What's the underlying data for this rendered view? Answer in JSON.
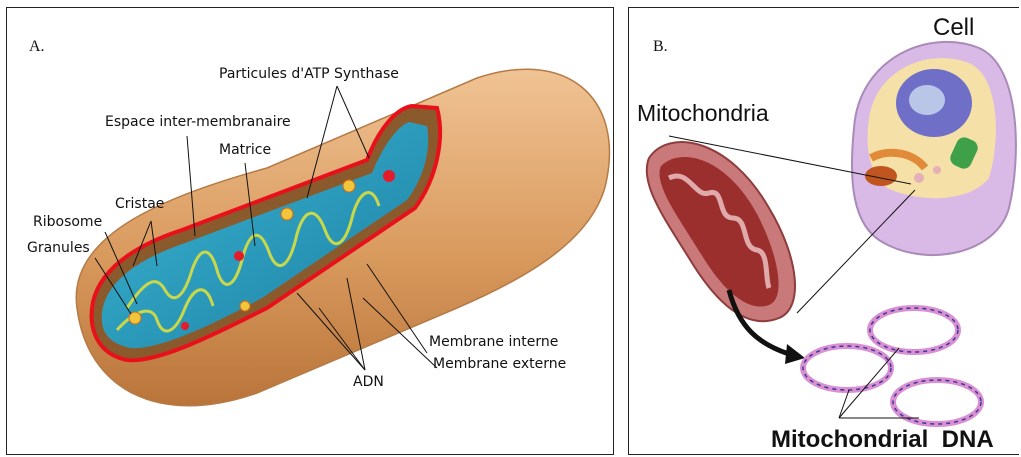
{
  "panel_a": {
    "letter": "A.",
    "labels": {
      "atp": "Particules d'ATP Synthase",
      "espace": "Espace inter-membranaire",
      "matrice": "Matrice",
      "cristae": "Cristae",
      "ribosome": "Ribosome",
      "granules": "Granules",
      "interne": "Membrane interne",
      "externe": "Membrane externe",
      "adn": "ADN"
    }
  },
  "panel_b": {
    "letter": "B.",
    "labels": {
      "cell": "Cell",
      "mito": "Mitochondria",
      "dna": "Mitochondrial  DNA"
    }
  },
  "colors": {
    "outer_membrane": "#d9a06a",
    "outer_rim": "#e8101a",
    "matrix": "#2a9fbf",
    "cristae_edge": "#c8d84a",
    "mito_red": "#b03a36",
    "dna_ring": "#d98fd0"
  }
}
